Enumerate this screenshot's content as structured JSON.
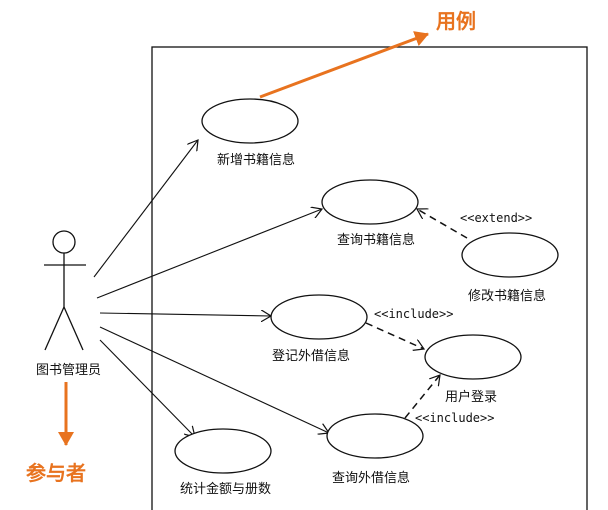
{
  "annotations": {
    "use_case_note": "用例",
    "actor_note": "参与者"
  },
  "colors": {
    "accent": "#e8731f",
    "line": "#111111"
  },
  "actor": {
    "label": "图书管理员"
  },
  "use_cases": [
    {
      "id": "add-book",
      "label": "新增书籍信息"
    },
    {
      "id": "query-book",
      "label": "查询书籍信息"
    },
    {
      "id": "modify-book",
      "label": "修改书籍信息"
    },
    {
      "id": "register-loan",
      "label": "登记外借信息"
    },
    {
      "id": "user-login",
      "label": "用户登录"
    },
    {
      "id": "query-loan",
      "label": "查询外借信息"
    },
    {
      "id": "stats",
      "label": "统计金额与册数"
    }
  ],
  "relations": {
    "extend": "<<extend>>",
    "include_1": "<<include>>",
    "include_2": "<<include>>"
  }
}
